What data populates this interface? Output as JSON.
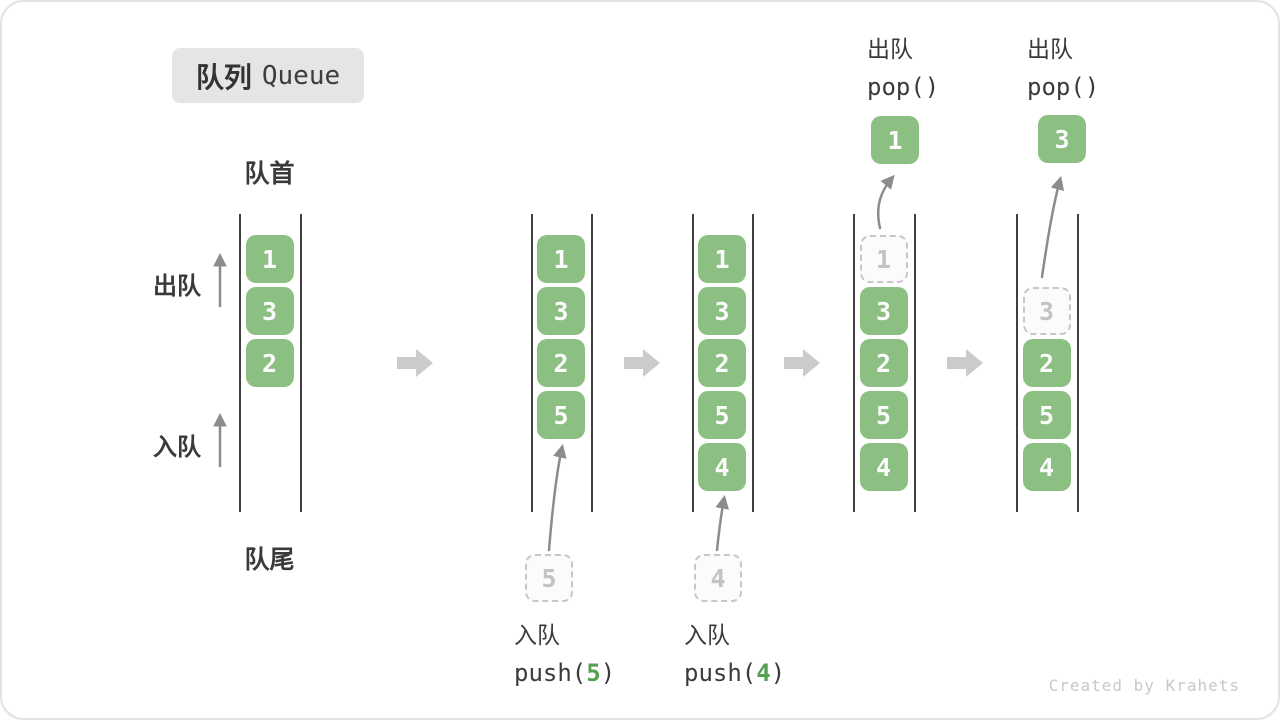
{
  "badge": {
    "zh": "队列",
    "en": "Queue"
  },
  "front_label": "队首",
  "rear_label": "队尾",
  "side": {
    "dequeue": "出队",
    "enqueue": "入队"
  },
  "states": [
    {
      "boxes": [
        {
          "v": "1",
          "row": 0
        },
        {
          "v": "3",
          "row": 1
        },
        {
          "v": "2",
          "row": 2
        }
      ]
    },
    {
      "boxes": [
        {
          "v": "1",
          "row": 0
        },
        {
          "v": "3",
          "row": 1
        },
        {
          "v": "2",
          "row": 2
        },
        {
          "v": "5",
          "row": 3
        }
      ]
    },
    {
      "boxes": [
        {
          "v": "1",
          "row": 0
        },
        {
          "v": "3",
          "row": 1
        },
        {
          "v": "2",
          "row": 2
        },
        {
          "v": "5",
          "row": 3
        },
        {
          "v": "4",
          "row": 4
        }
      ]
    },
    {
      "ghost": {
        "v": "1",
        "row": 0
      },
      "boxes": [
        {
          "v": "3",
          "row": 1
        },
        {
          "v": "2",
          "row": 2
        },
        {
          "v": "5",
          "row": 3
        },
        {
          "v": "4",
          "row": 4
        }
      ]
    },
    {
      "ghost": {
        "v": "3",
        "row": 1
      },
      "boxes": [
        {
          "v": "2",
          "row": 2
        },
        {
          "v": "5",
          "row": 3
        },
        {
          "v": "4",
          "row": 4
        }
      ]
    }
  ],
  "push_ops": [
    {
      "zh": "入队",
      "pre": "push(",
      "arg": "5",
      "post": ")"
    },
    {
      "zh": "入队",
      "pre": "push(",
      "arg": "4",
      "post": ")"
    }
  ],
  "pop_ops": [
    {
      "zh": "出队",
      "code": "pop()",
      "value": "1"
    },
    {
      "zh": "出队",
      "code": "pop()",
      "value": "3"
    }
  ],
  "watermark": "Created by Krahets",
  "colors": {
    "element_green": "#8CC083",
    "code_arg_green": "#55A152"
  }
}
